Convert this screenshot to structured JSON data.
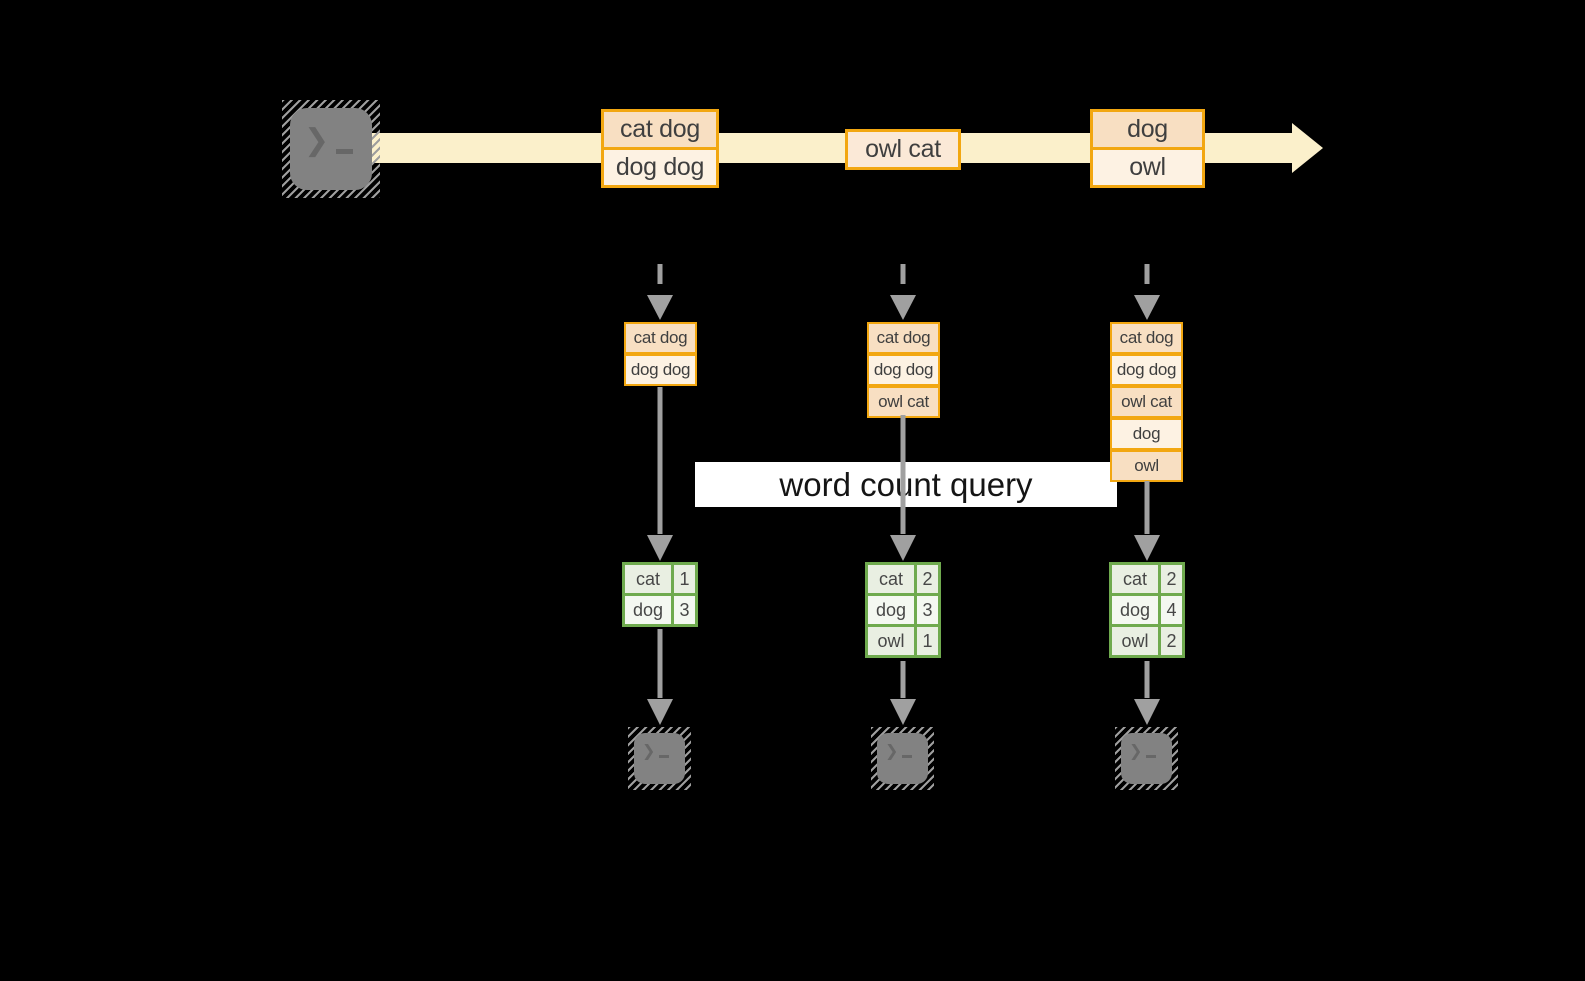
{
  "theme": {
    "bg": "#000000",
    "amber": "#f2a711",
    "band": "#fbf0cb",
    "peach-dark": "#f8dfc2",
    "peach-mid": "#fbe9d7",
    "peach-light": "#fdf2e3",
    "green-border": "#6faa4e",
    "green-dark": "#e9efe2",
    "green-light": "#f4f8f1",
    "arrow-gray": "#a0a0a0",
    "terminal-fill": "#828282",
    "terminal-glyph": "#676767",
    "query-bg": "#ffffff",
    "query-text": "#151515"
  },
  "icons": {
    "source": "terminal-icon",
    "outputs": [
      "terminal-icon",
      "terminal-icon",
      "terminal-icon"
    ],
    "prompt_chevron": "❯"
  },
  "stream": {
    "events": [
      {
        "lines": [
          "cat dog",
          "dog dog"
        ]
      },
      {
        "lines": [
          "owl cat"
        ]
      },
      {
        "lines": [
          "dog",
          "owl"
        ]
      }
    ]
  },
  "windows": [
    {
      "events": [
        "cat dog",
        "dog dog"
      ]
    },
    {
      "events": [
        "cat dog",
        "dog dog",
        "owl cat"
      ]
    },
    {
      "events": [
        "cat dog",
        "dog dog",
        "owl cat",
        "dog",
        "owl"
      ]
    }
  ],
  "query": {
    "label": "word count query"
  },
  "counts": [
    {
      "rows": [
        {
          "word": "cat",
          "count": "1"
        },
        {
          "word": "dog",
          "count": "3"
        }
      ]
    },
    {
      "rows": [
        {
          "word": "cat",
          "count": "2"
        },
        {
          "word": "dog",
          "count": "3"
        },
        {
          "word": "owl",
          "count": "1"
        }
      ]
    },
    {
      "rows": [
        {
          "word": "cat",
          "count": "2"
        },
        {
          "word": "dog",
          "count": "4"
        },
        {
          "word": "owl",
          "count": "2"
        }
      ]
    }
  ]
}
